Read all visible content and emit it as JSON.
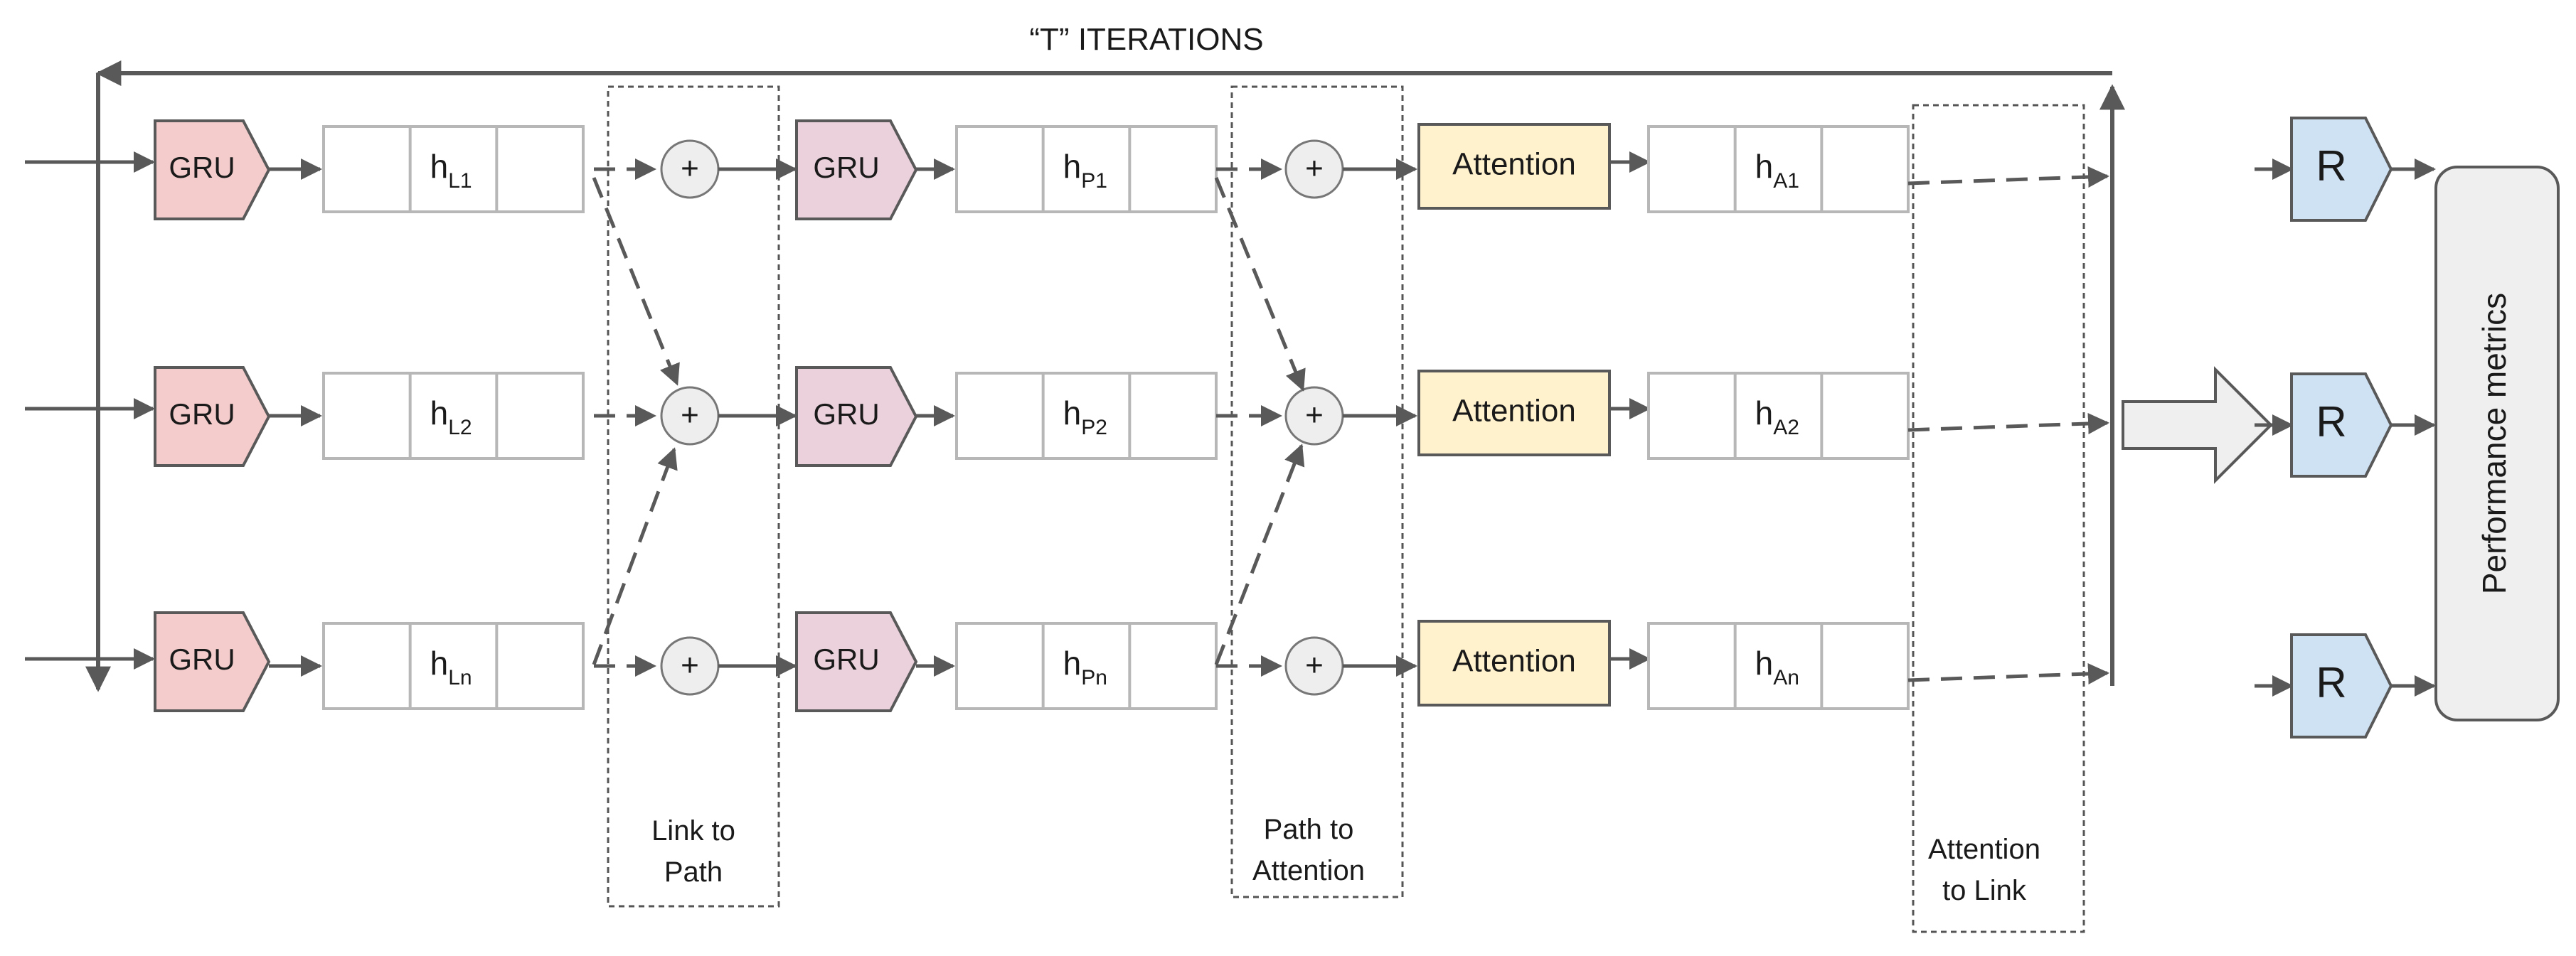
{
  "title": "“T” ITERATIONS",
  "gru_label": "GRU",
  "attention_label": "Attention",
  "readout_label": "R",
  "metrics_label": "Performance metrics",
  "plus_symbol": "+",
  "regions": [
    {
      "line1": "Link to",
      "line2": "Path"
    },
    {
      "line1": "Path to",
      "line2": "Attention"
    },
    {
      "line1": "Attention",
      "line2": "to Link"
    }
  ],
  "rows": [
    {
      "link_state": {
        "main": "h",
        "sub": "L1"
      },
      "path_state": {
        "main": "h",
        "sub": "P1"
      },
      "attn_state": {
        "main": "h",
        "sub": "A1"
      }
    },
    {
      "link_state": {
        "main": "h",
        "sub": "L2"
      },
      "path_state": {
        "main": "h",
        "sub": "P2"
      },
      "attn_state": {
        "main": "h",
        "sub": "A2"
      }
    },
    {
      "link_state": {
        "main": "h",
        "sub": "Ln"
      },
      "path_state": {
        "main": "h",
        "sub": "Pn"
      },
      "attn_state": {
        "main": "h",
        "sub": "An"
      }
    }
  ],
  "colors": {
    "gru_link_fill": "#f4cccc",
    "gru_path_fill": "#ead1dc",
    "attention_fill": "#fff2cc",
    "readout_fill": "#cfe2f3",
    "metrics_fill": "#efefef",
    "big_arrow_fill": "#efefef",
    "line": "#595959",
    "state_border": "#b7b7b7",
    "plus_fill": "#eeeeee"
  }
}
